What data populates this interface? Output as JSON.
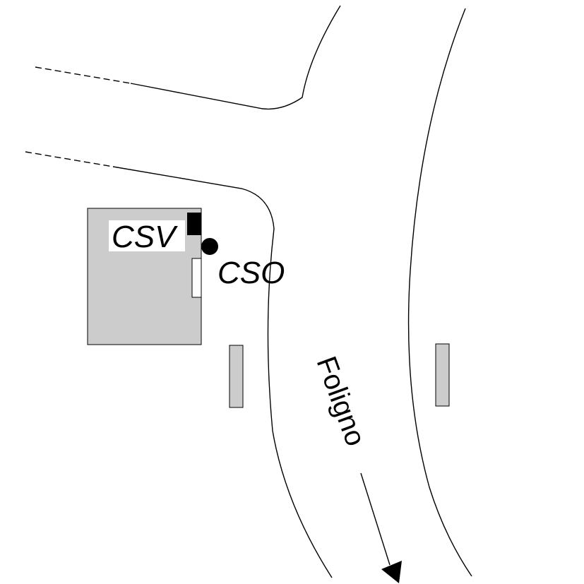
{
  "labels": {
    "csv": "CSV",
    "cso": "CSO",
    "direction": "Foligno"
  },
  "colors": {
    "building_fill": "#cccccc",
    "line": "#000000",
    "background": "#ffffff",
    "label_background": "#ffffff"
  },
  "icons": {
    "station_marker": "filled-circle",
    "direction_arrow": "arrow-down-right"
  }
}
